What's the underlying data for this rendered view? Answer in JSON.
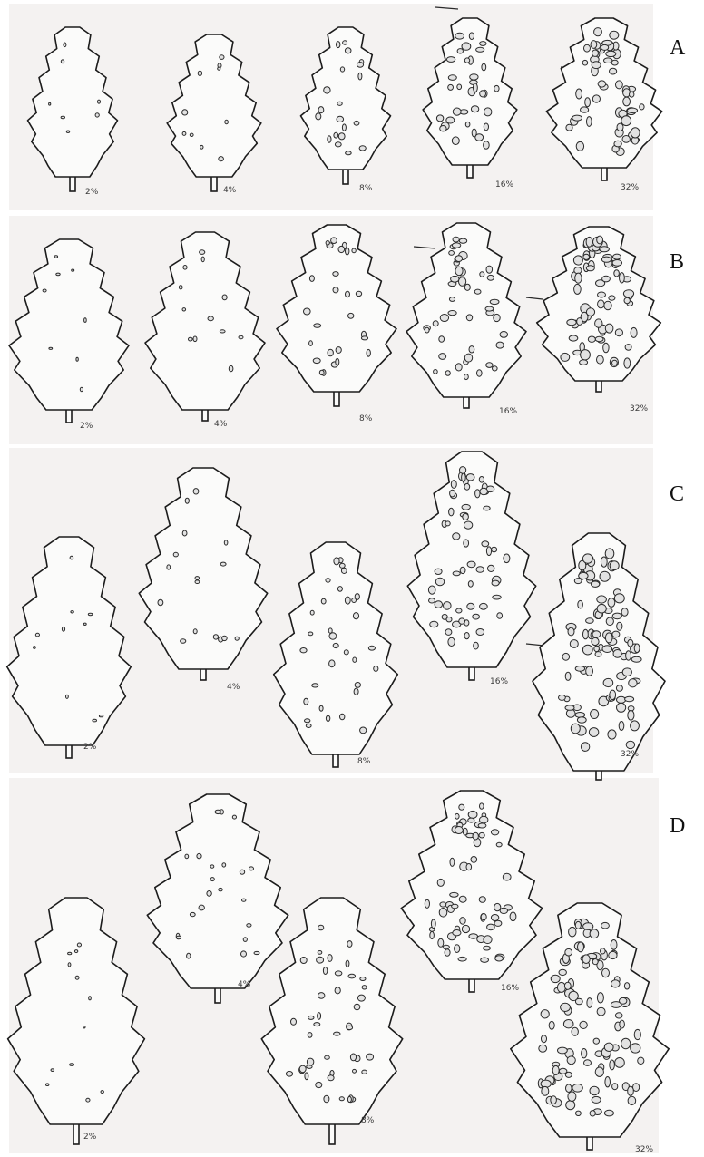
{
  "rows": [
    {
      "label": "A",
      "leaves": [
        {
          "severity": "2%",
          "spots": 7
        },
        {
          "severity": "4%",
          "spots": 10
        },
        {
          "severity": "8%",
          "spots": 20
        },
        {
          "severity": "16%",
          "spots": 34
        },
        {
          "severity": "32%",
          "spots": 58
        }
      ]
    },
    {
      "label": "B",
      "leaves": [
        {
          "severity": "2%",
          "spots": 8
        },
        {
          "severity": "4%",
          "spots": 12
        },
        {
          "severity": "8%",
          "spots": 26
        },
        {
          "severity": "16%",
          "spots": 44
        },
        {
          "severity": "32%",
          "spots": 70
        }
      ]
    },
    {
      "label": "C",
      "leaves": [
        {
          "severity": "2%",
          "spots": 10
        },
        {
          "severity": "4%",
          "spots": 16
        },
        {
          "severity": "8%",
          "spots": 32
        },
        {
          "severity": "16%",
          "spots": 60
        },
        {
          "severity": "32%",
          "spots": 96
        }
      ]
    },
    {
      "label": "D",
      "leaves": [
        {
          "severity": "2%",
          "spots": 12
        },
        {
          "severity": "4%",
          "spots": 22
        },
        {
          "severity": "8%",
          "spots": 44
        },
        {
          "severity": "16%",
          "spots": 66
        },
        {
          "severity": "32%",
          "spots": 104
        }
      ]
    }
  ]
}
